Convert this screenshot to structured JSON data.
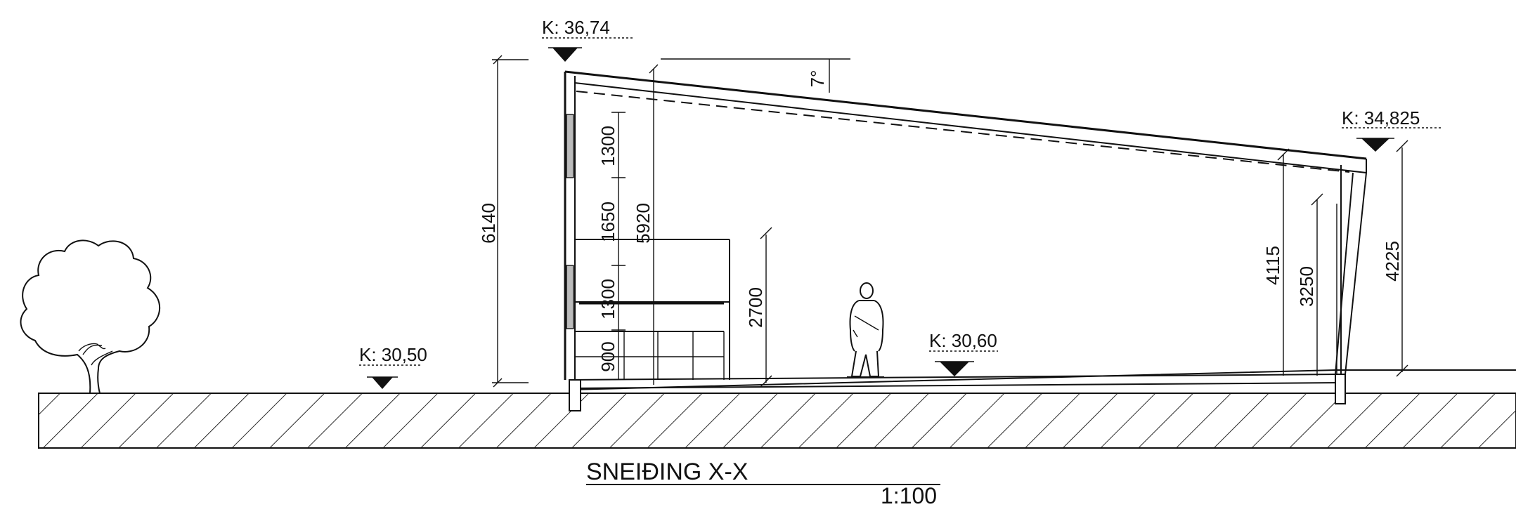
{
  "title": "SNEIÐING X-X",
  "scale": "1:100",
  "levels": {
    "roof_high": "K: 36,74",
    "roof_low": "K: 34,825",
    "ground": "K: 30,50",
    "floor": "K: 30,60"
  },
  "angle": "7°",
  "dimensions": {
    "total_height": "6140",
    "inner_height": "5920",
    "window_upper": "1300",
    "wall_mid": "1650",
    "window_lower": "1300",
    "sill": "900",
    "counter_height": "2700",
    "right_inner": "4115",
    "right_opening": "3250",
    "right_outer": "4225"
  }
}
